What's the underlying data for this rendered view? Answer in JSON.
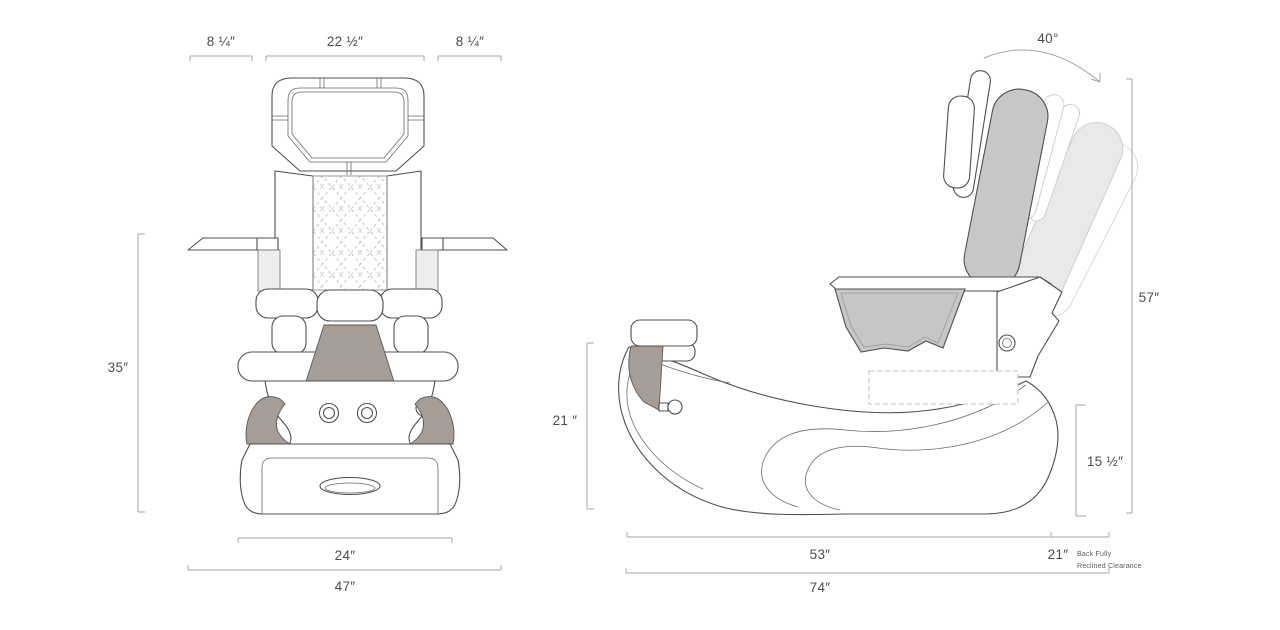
{
  "front_view": {
    "dim_top_left": "8 ¼″",
    "dim_top_center": "22 ½″",
    "dim_top_right": "8 ¼″",
    "dim_height": "35″",
    "dim_base_width": "24″",
    "dim_total_width": "47″"
  },
  "side_view": {
    "dim_recline_angle": "40°",
    "dim_total_height": "57″",
    "dim_seat_height": "21 ″",
    "dim_base_clearance": "15 ½″",
    "dim_base_length": "53″",
    "dim_recline_clearance": "21″",
    "dim_recline_note_line1": "Back Fully",
    "dim_recline_note_line2": "Reclined Clearance",
    "dim_total_length": "74″"
  },
  "colors": {
    "line": "#4f4f4f",
    "dim_line": "#a9a5a2",
    "dim_text": "#4c4c4c",
    "gray_fill": "#c7c7c7",
    "light_panel": "#ededed",
    "ghost_fill": "#e9e9e9",
    "taupe_fill": "#a69d97"
  }
}
